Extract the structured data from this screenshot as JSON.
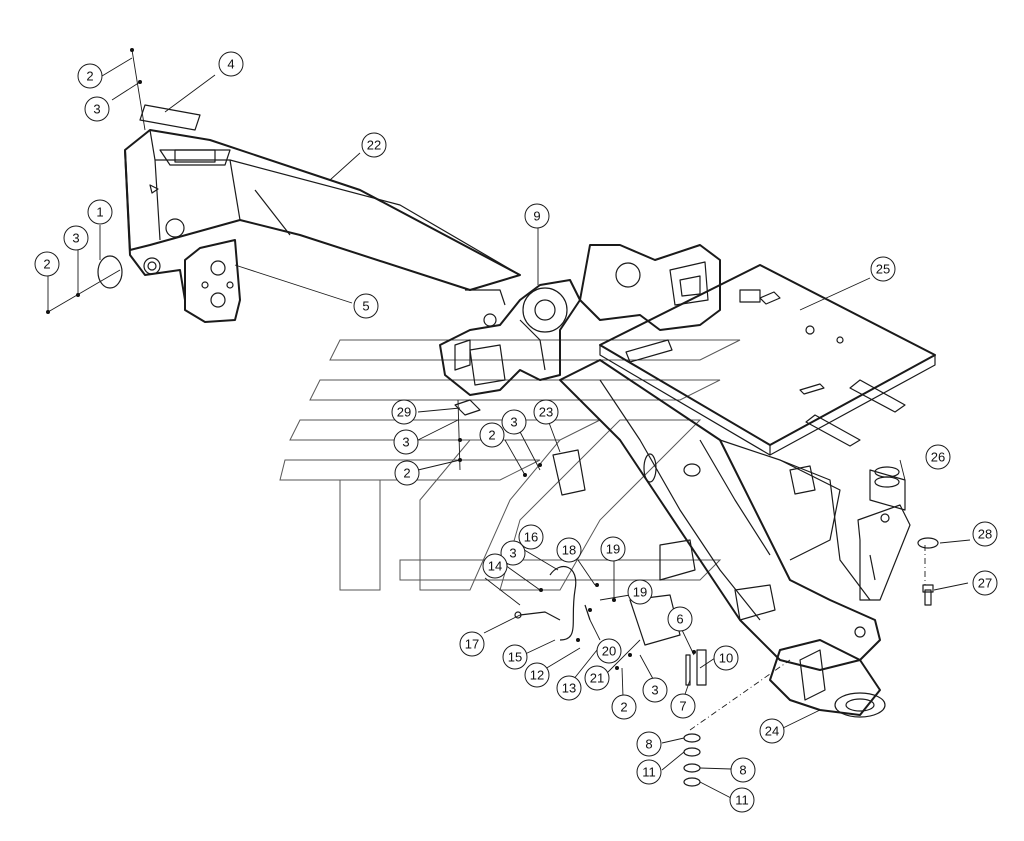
{
  "callouts": [
    {
      "label": "2"
    },
    {
      "label": "3"
    },
    {
      "label": "4"
    },
    {
      "label": "22"
    },
    {
      "label": "1"
    },
    {
      "label": "3"
    },
    {
      "label": "2"
    },
    {
      "label": "5"
    },
    {
      "label": "9"
    },
    {
      "label": "25"
    },
    {
      "label": "29"
    },
    {
      "label": "3"
    },
    {
      "label": "2"
    },
    {
      "label": "2"
    },
    {
      "label": "3"
    },
    {
      "label": "23"
    },
    {
      "label": "26"
    },
    {
      "label": "28"
    },
    {
      "label": "27"
    },
    {
      "label": "16"
    },
    {
      "label": "3"
    },
    {
      "label": "18"
    },
    {
      "label": "19"
    },
    {
      "label": "14"
    },
    {
      "label": "19"
    },
    {
      "label": "17"
    },
    {
      "label": "20"
    },
    {
      "label": "15"
    },
    {
      "label": "12"
    },
    {
      "label": "13"
    },
    {
      "label": "21"
    },
    {
      "label": "6"
    },
    {
      "label": "10"
    },
    {
      "label": "2"
    },
    {
      "label": "3"
    },
    {
      "label": "7"
    },
    {
      "label": "24"
    },
    {
      "label": "8"
    },
    {
      "label": "11"
    },
    {
      "label": "8"
    },
    {
      "label": "11"
    }
  ]
}
